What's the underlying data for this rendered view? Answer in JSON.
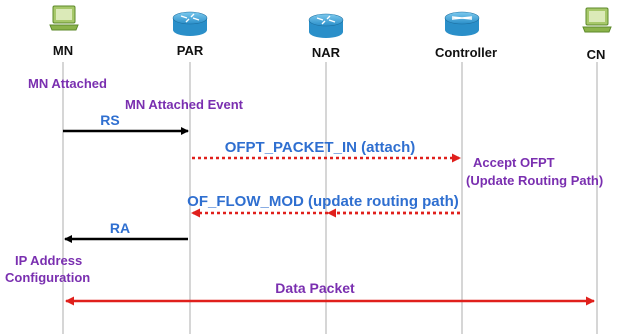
{
  "nodes": [
    {
      "label": "MN",
      "icon": "laptop-icon"
    },
    {
      "label": "PAR",
      "icon": "router-icon"
    },
    {
      "label": "NAR",
      "icon": "router-icon"
    },
    {
      "label": "Controller",
      "icon": "router-icon"
    },
    {
      "label": "CN",
      "icon": "laptop-icon"
    }
  ],
  "annotations": {
    "mn_attached": "MN Attached",
    "mn_attached_event": "MN Attached Event",
    "accept_ofpt_line1": "Accept OFPT",
    "accept_ofpt_line2": "(Update Routing Path)",
    "ip_address_line1": "IP Address",
    "ip_address_line2": "Configuration"
  },
  "messages": {
    "rs": "RS",
    "packet_in": "OFPT_PACKET_IN (attach)",
    "flow_mod": "OF_FLOW_MOD (update routing path)",
    "ra": "RA",
    "data_packet": "Data Packet"
  },
  "colors": {
    "black_arrow": "#000000",
    "red_arrow": "#e0201c",
    "purple_text": "#7a2fb0",
    "blue_text": "#2f6fd0",
    "lifeline": "#c8c8c8",
    "router_blue": "#2a8fc9",
    "laptop_green": "#7fae3c"
  }
}
